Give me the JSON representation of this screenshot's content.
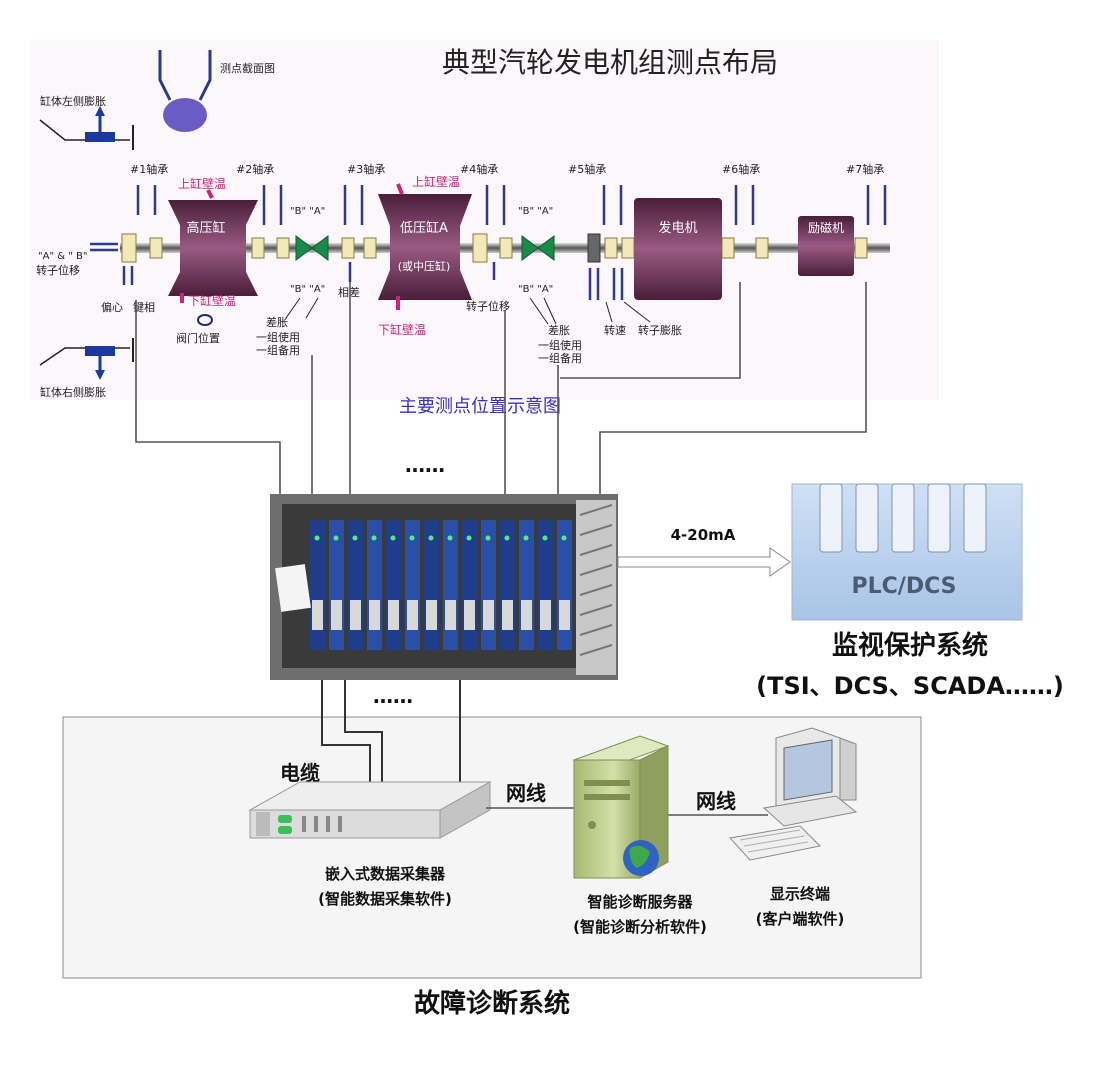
{
  "title": "典型汽轮发电机组测点布局",
  "section_view_label": "测点截面图",
  "left_expansion_label": "缸体左侧膨胀",
  "right_expansion_label": "缸体右侧膨胀",
  "bearings": [
    "#1轴承",
    "#2轴承",
    "#3轴承",
    "#4轴承",
    "#5轴承",
    "#6轴承",
    "#7轴承"
  ],
  "components": {
    "hp_cylinder": "高压缸",
    "lp_cylinder": "低压缸A",
    "lp_cylinder_note": "(或中压缸)",
    "generator": "发电机",
    "exciter": "励磁机"
  },
  "temps": {
    "hp_upper": "上缸壁温",
    "hp_lower": "下缸壁温",
    "lp_upper": "上缸壁温",
    "lp_lower": "下缸壁温"
  },
  "labels": {
    "ab_probe": "\"A\" & \" B\"",
    "rotor_displacement_left": "转子位移",
    "eccentricity": "偏心",
    "keyphasor": "键相",
    "valve_position": "阀门位置",
    "b_a_top": "\"B\"  \"A\"",
    "b_a_bottom": "\"B\"  \"A\"",
    "diff_expansion": "差胀",
    "group_use": "一组使用",
    "group_spare": "一组备用",
    "phase_diff": "相差",
    "rotor_displacement_mid": "转子位移",
    "b_a_top2": "\"B\"  \"A\"",
    "b_a_bottom2": "\"B\"  \"A\"",
    "diff_expansion2": "差胀",
    "group_use2": "一组使用",
    "group_spare2": "一组备用",
    "speed": "转速",
    "rotor_expansion": "转子膨胀"
  },
  "diagram_caption": "主要测点位置示意图",
  "ellipsis_top": "……",
  "ellipsis_bottom": "……",
  "signal_label": "4-20mA",
  "plc_label": "PLC/DCS",
  "monitor_title": "监视保护系统",
  "monitor_sub": "(TSI、DCS、SCADA……)",
  "cable_label": "电缆",
  "net1_label": "网线",
  "net2_label": "网线",
  "collector_title": "嵌入式数据采集器",
  "collector_sub": "(智能数据采集软件)",
  "server_title": "智能诊断服务器",
  "server_sub": "(智能诊断分析软件)",
  "terminal_title": "显示终端",
  "terminal_sub": "(客户端软件)",
  "fault_title": "故障诊断系统",
  "colors": {
    "cylinder": "#6e3456",
    "rack_blue": "#1f3d8a",
    "plc_fill": "#bcd3ef",
    "server_green": "#b8c98a",
    "caption_blue": "#3a2bd6",
    "temp_pink": "#cc2277"
  }
}
